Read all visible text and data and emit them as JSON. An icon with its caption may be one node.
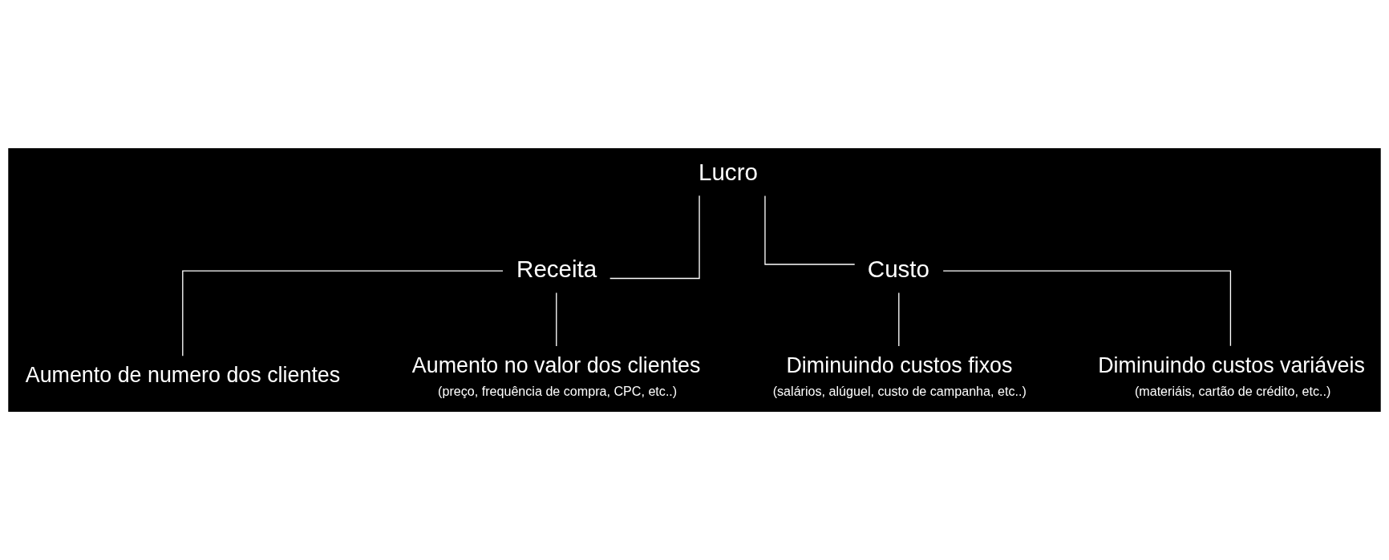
{
  "diagram": {
    "nodes": [
      {
        "text": [
          "Lucro"
        ]
      },
      {
        "text": [
          "Receita"
        ]
      },
      {
        "text": [
          "Custo"
        ]
      },
      {
        "text": [
          "Aumento de numero dos clientes"
        ]
      },
      {
        "text": [
          "Aumento no valor dos clientes"
        ],
        "beside": [
          "(preço, frequência de compra, CPC, etc..)"
        ]
      },
      {
        "text": [
          "Diminuindo custos fixos"
        ],
        "beside": [
          "(salários, alúguel, custo de campanha, etc..)"
        ]
      },
      {
        "text": [
          "Diminuindo custos variáveis"
        ],
        "beside": [
          "(materiáis, cartão de crédito, etc..)"
        ]
      }
    ],
    "edges": [
      {
        "from": 0,
        "to": 1,
        "arrow": "none"
      },
      {
        "from": 0,
        "to": 2,
        "arrow": "none"
      },
      {
        "from": 1,
        "to": 3,
        "arrow": "none"
      },
      {
        "from": 1,
        "to": 4,
        "arrow": "none"
      },
      {
        "from": 2,
        "to": 5,
        "arrow": "none"
      },
      {
        "from": 2,
        "to": 6,
        "arrow": "none"
      }
    ]
  }
}
